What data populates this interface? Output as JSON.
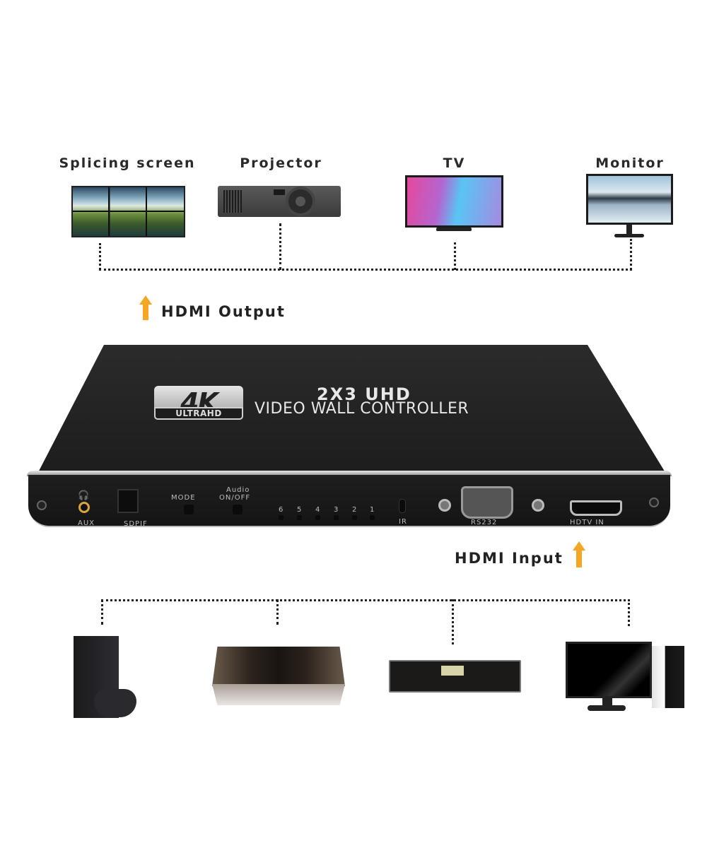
{
  "outputs": {
    "section_label": "HDMI Output",
    "devices": [
      {
        "label": "Splicing screen",
        "icon": "video-wall-icon"
      },
      {
        "label": "Projector",
        "icon": "projector-icon"
      },
      {
        "label": "TV",
        "icon": "tv-icon"
      },
      {
        "label": "Monitor",
        "icon": "monitor-icon"
      }
    ]
  },
  "controller": {
    "badge_main": "4K",
    "badge_sub": "ULTRAHD",
    "title_line1": "2X3 UHD",
    "title_line2": "VIDEO WALL CONTROLLER",
    "ports": {
      "aux": "AUX",
      "spdif": "SDPIF",
      "mode": "MODE",
      "audio_line1": "Audio",
      "audio_line2": "ON/OFF",
      "leds": [
        "6",
        "5",
        "4",
        "3",
        "2",
        "1"
      ],
      "ir": "IR",
      "rs232": "RS232",
      "hdmi_in": "HDTV IN"
    }
  },
  "inputs": {
    "section_label": "HDMI Input",
    "devices": [
      {
        "icon": "game-console-icon"
      },
      {
        "icon": "media-player-icon"
      },
      {
        "icon": "amplifier-icon"
      },
      {
        "icon": "desktop-computer-icon"
      }
    ]
  },
  "colors": {
    "arrow": "#f5a623",
    "device_body": "#1c1c1c",
    "text": "#222222"
  }
}
